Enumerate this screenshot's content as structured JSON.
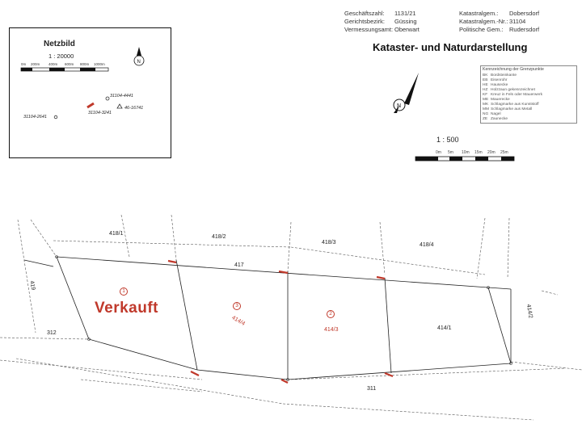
{
  "header": {
    "rows": [
      {
        "l1": "Geschäftszahl:",
        "v1": "1131/21",
        "l2": "Katastralgem.:",
        "v2": "Dobersdorf"
      },
      {
        "l1": "Gerichtsbezirk:",
        "v1": "Güssing",
        "l2": "Katastralgem.-Nr.:",
        "v2": "31104"
      },
      {
        "l1": "Vermessungsamt:",
        "v1": "Oberwart",
        "l2": "Politische Gem.:",
        "v2": "Rudersdorf"
      }
    ]
  },
  "title": "Kataster- und Naturdarstellung",
  "legend": {
    "title": "Kennzeichnung der Grenzpunkte",
    "items": [
      {
        "code": "BK",
        "text": "Bordsteinkante"
      },
      {
        "code": "EB",
        "text": "Eisenrohr"
      },
      {
        "code": "HE",
        "text": "Hausecke"
      },
      {
        "code": "HZ",
        "text": "Holzzaun gekennzeichnet"
      },
      {
        "code": "KF",
        "text": "Kreuz in Fels oder Mauerwerk"
      },
      {
        "code": "ME",
        "text": "Mauerecke"
      },
      {
        "code": "MK",
        "text": "Schlagmarke aus Kunststoff"
      },
      {
        "code": "MM",
        "text": "Schlagmarke aus Metall"
      },
      {
        "code": "NG",
        "text": "Nagel"
      },
      {
        "code": "ZE",
        "text": "Zaunecke"
      }
    ]
  },
  "scale_main": {
    "label": "1 : 500",
    "ticks": [
      "0m",
      "5m",
      "10m",
      "15m",
      "20m",
      "25m"
    ]
  },
  "netzbild": {
    "title": "Netzbild",
    "scale": "1 : 20000",
    "ticks": [
      "0m",
      "200m",
      "400m",
      "600m",
      "800m",
      "1000m"
    ],
    "points": [
      {
        "label": "31104-4441"
      },
      {
        "label": "31104-3241"
      },
      {
        "label": "46-16741"
      },
      {
        "label": "31104-2641"
      }
    ]
  },
  "parcels": [
    {
      "id": "p-418-1",
      "label": "418/1"
    },
    {
      "id": "p-418-2",
      "label": "418/2"
    },
    {
      "id": "p-418-3",
      "label": "418/3"
    },
    {
      "id": "p-418-4",
      "label": "418/4"
    },
    {
      "id": "p-417",
      "label": "417"
    },
    {
      "id": "p-419",
      "label": "419"
    },
    {
      "id": "p-414-1",
      "label": "414/1"
    },
    {
      "id": "p-414-2",
      "label": "414/2"
    },
    {
      "id": "p-311",
      "label": "311"
    },
    {
      "id": "p-312",
      "label": "312"
    }
  ],
  "new_parcels": [
    {
      "id": "np-414-4",
      "label": "414/4",
      "marker": "3"
    },
    {
      "id": "np-414-3",
      "label": "414/3",
      "marker": "2"
    }
  ],
  "marker_1": "1",
  "verkauft": "Verkauft"
}
